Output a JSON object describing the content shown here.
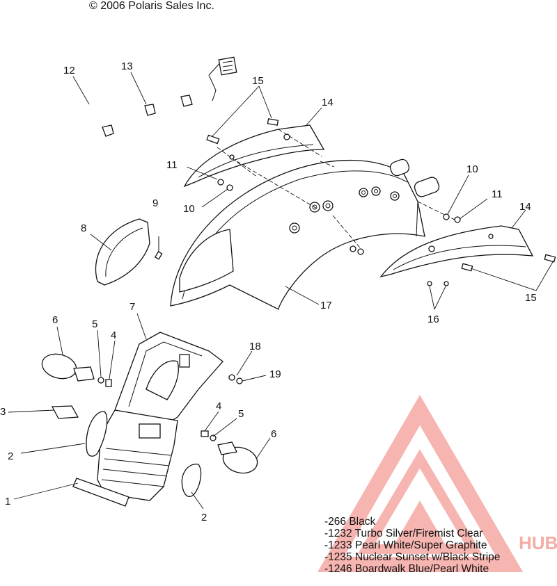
{
  "copyright": "© 2006 Polaris Sales Inc.",
  "callouts": {
    "c1": "1",
    "c2a": "2",
    "c2b": "2",
    "c3": "3",
    "c4a": "4",
    "c4b": "4",
    "c5a": "5",
    "c5b": "5",
    "c6a": "6",
    "c6b": "6",
    "c7": "7",
    "c8": "8",
    "c9": "9",
    "c10a": "10",
    "c10b": "10",
    "c11a": "11",
    "c11b": "11",
    "c12": "12",
    "c13": "13",
    "c14a": "14",
    "c14b": "14",
    "c15a": "15",
    "c15b": "15",
    "c16": "16",
    "c17": "17",
    "c18": "18",
    "c19": "19"
  },
  "legend": [
    "-266   Black",
    "-1232 Turbo Silver/Firemist Clear",
    "-1233 Pearl White/Super Graphite",
    "-1235 Nuclear Sunset w/Black Stripe",
    "-1246 Boardwalk Blue/Pearl White"
  ],
  "watermark": {
    "text": "HUB",
    "color": "#f08a80"
  }
}
